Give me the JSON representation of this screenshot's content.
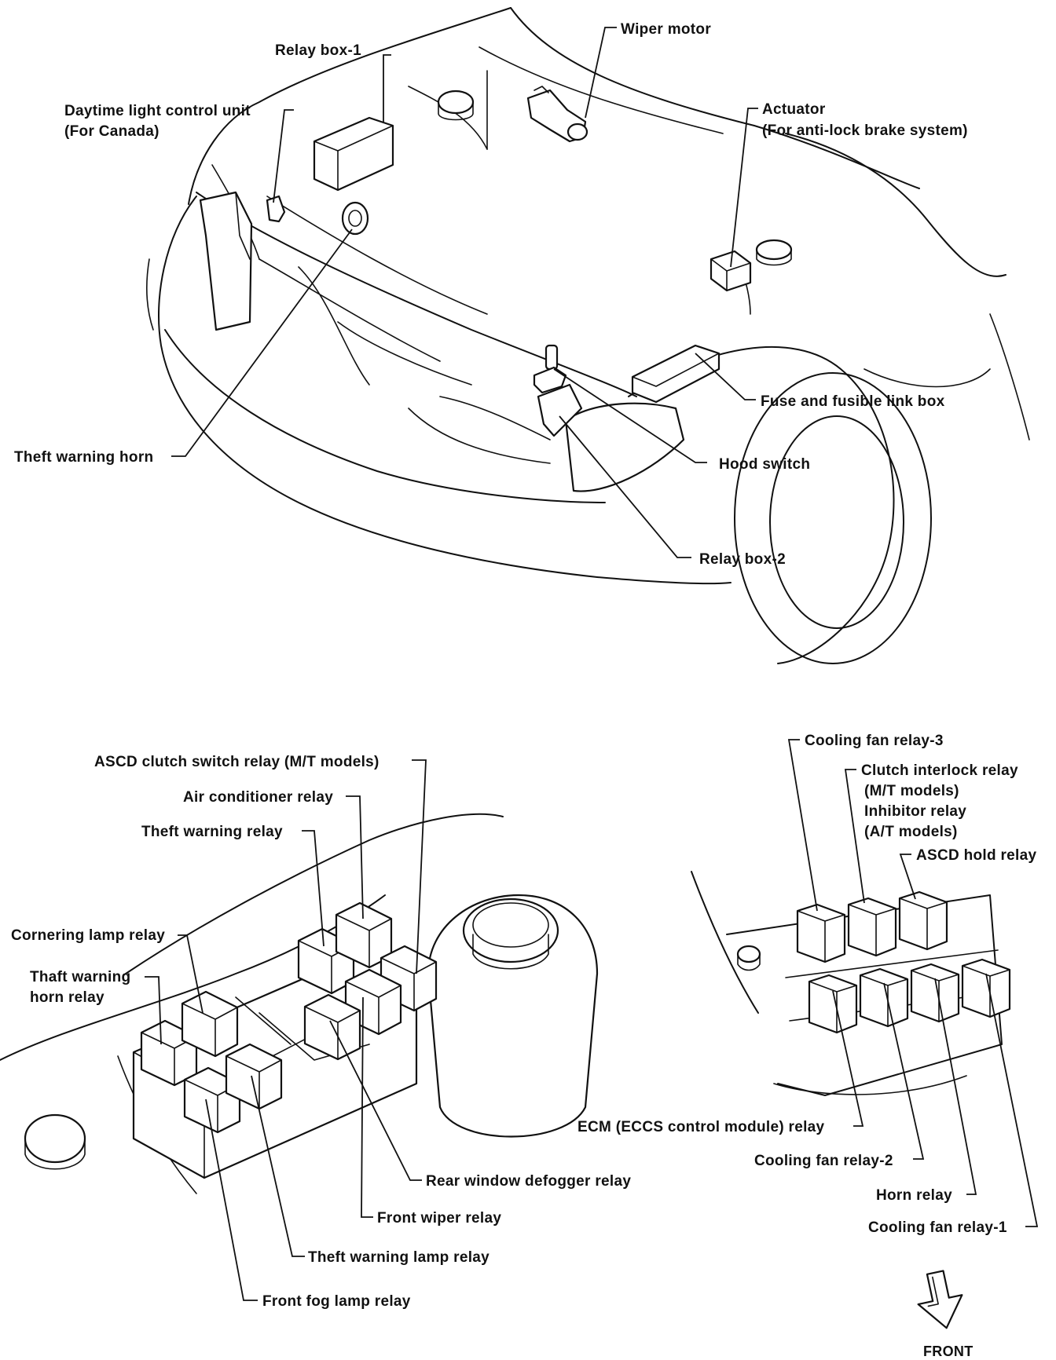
{
  "top_view": {
    "labels": {
      "relay_box_1": "Relay box-1",
      "wiper_motor": "Wiper motor",
      "daytime_light_unit": "Daytime light control unit",
      "daytime_light_unit_note": "(For Canada)",
      "actuator": "Actuator",
      "actuator_note": "(For anti-lock brake system)",
      "fuse_box": "Fuse and fusible link box",
      "theft_warning_horn": "Theft warning horn",
      "hood_switch": "Hood switch",
      "relay_box_2": "Relay box-2"
    }
  },
  "relay_box_1_detail": {
    "labels": {
      "ascd_clutch": "ASCD clutch switch relay (M/T models)",
      "air_conditioner": "Air conditioner relay",
      "theft_warning_relay": "Theft warning relay",
      "cornering_lamp": "Cornering lamp relay",
      "theft_horn_relay_1": "Thaft warning",
      "theft_horn_relay_2": "horn relay",
      "rear_defogger": "Rear window defogger relay",
      "front_wiper": "Front wiper relay",
      "theft_lamp": "Theft warning lamp relay",
      "front_fog": "Front fog lamp relay"
    }
  },
  "relay_box_2_detail": {
    "labels": {
      "cooling_fan_3": "Cooling fan relay-3",
      "clutch_interlock_1": "Clutch interlock relay",
      "clutch_interlock_2": "(M/T models)",
      "clutch_interlock_3": "Inhibitor relay",
      "clutch_interlock_4": "(A/T models)",
      "ascd_hold": "ASCD hold relay",
      "ecm_relay": "ECM (ECCS control module) relay",
      "cooling_fan_2": "Cooling fan relay-2",
      "horn_relay": "Horn relay",
      "cooling_fan_1": "Cooling fan relay-1"
    }
  },
  "direction": {
    "label": "FRONT",
    "arrow_icon": "down-arrow-icon"
  }
}
